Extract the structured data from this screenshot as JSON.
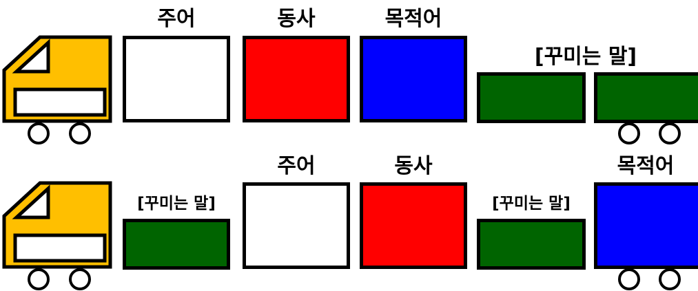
{
  "colors": {
    "truck_cab": "#FFBF00",
    "subject": "#FFFFFF",
    "verb": "#FF0000",
    "object": "#0000FF",
    "modifier": "#006400",
    "outline": "#000000"
  },
  "train_1": {
    "cab_icon": "truck-cab",
    "subject_label": "주어",
    "verb_label": "동사",
    "object_label": "목적어",
    "modifier_label": "[꾸미는 말]"
  },
  "train_2": {
    "cab_icon": "truck-cab",
    "modifier1_label": "[꾸미는 말]",
    "subject_label": "주어",
    "verb_label": "동사",
    "modifier2_label": "[꾸미는 말]",
    "object_label": "목적어"
  }
}
